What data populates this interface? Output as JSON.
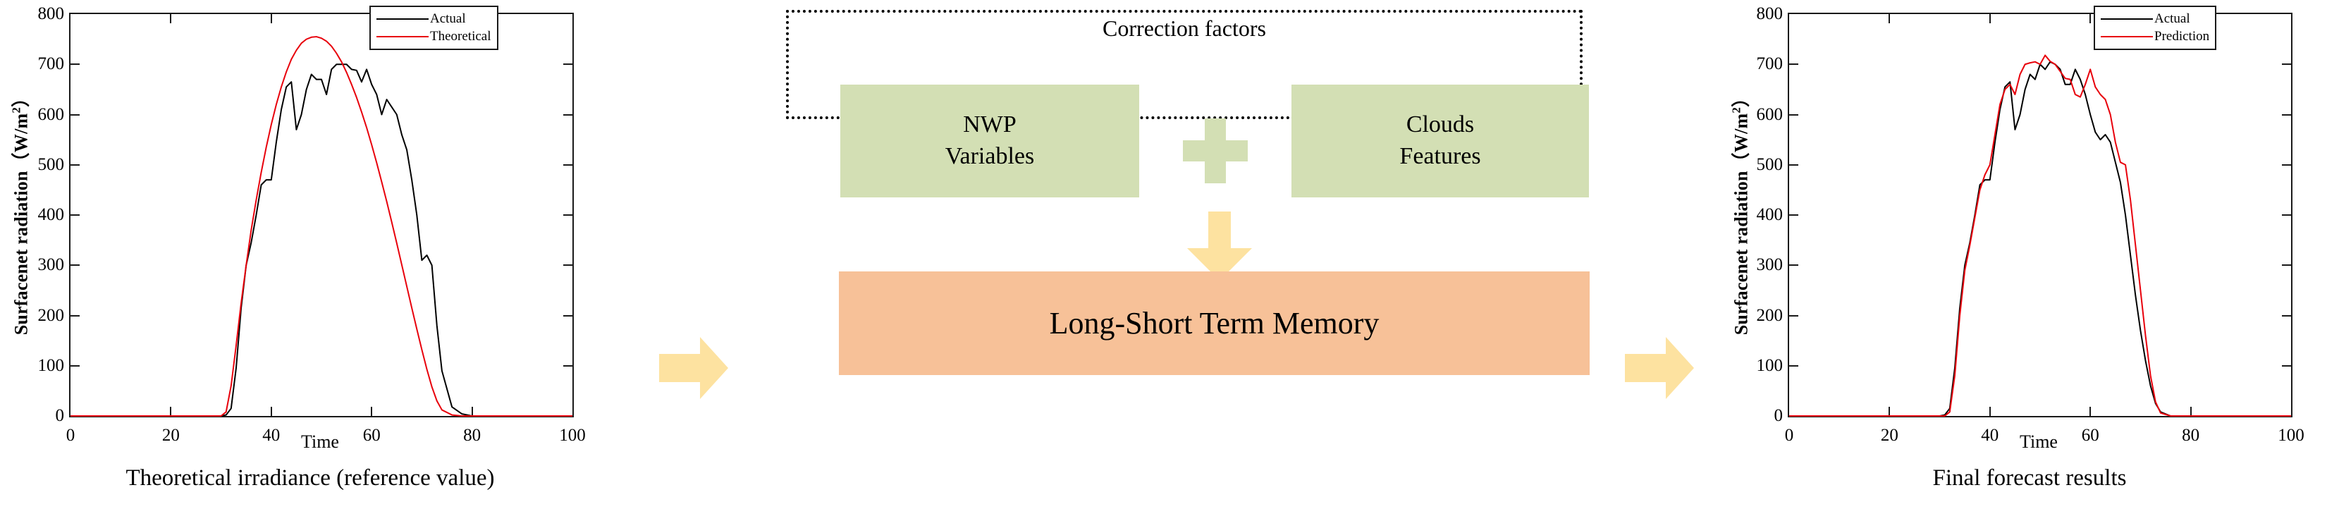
{
  "left_chart": {
    "ylabel_main": "Surfacenet radiation（W/m",
    "ylabel_sup": "2",
    "ylabel_close": "）",
    "xlabel": "Time",
    "caption": "Theoretical irradiance (reference value)",
    "yticks": [
      "0",
      "100",
      "200",
      "300",
      "400",
      "500",
      "600",
      "700",
      "800"
    ],
    "xticks": [
      "0",
      "20",
      "40",
      "60",
      "80",
      "100"
    ],
    "legend": [
      {
        "label": "Actual",
        "color": "#000000"
      },
      {
        "label": "Theoretical",
        "color": "#e8000b"
      }
    ]
  },
  "right_chart": {
    "ylabel_main": "Surfacenet radiation（W/m",
    "ylabel_sup": "2",
    "ylabel_close": "）",
    "xlabel": "Time",
    "caption": "Final forecast results",
    "yticks": [
      "0",
      "100",
      "200",
      "300",
      "400",
      "500",
      "600",
      "700",
      "800"
    ],
    "xticks": [
      "0",
      "20",
      "40",
      "60",
      "80",
      "100"
    ],
    "legend": [
      {
        "label": "Actual",
        "color": "#000000"
      },
      {
        "label": "Prediction",
        "color": "#e8000b"
      }
    ]
  },
  "center": {
    "correction_title": "Correction factors",
    "nwp_line1": "NWP",
    "nwp_line2": "Variables",
    "plus": "plus-sign",
    "clouds_line1": "Clouds",
    "clouds_line2": "Features",
    "lstm_label": "Long-Short Term Memory",
    "colors": {
      "green_box": "#d3dfb4",
      "orange_box": "#f7c198",
      "arrow_yellow": "#fde2a0",
      "actual_line": "#000000",
      "model_line": "#e8000b"
    }
  },
  "chart_data": [
    {
      "type": "line",
      "id": "theoretical-irradiance",
      "title": "Theoretical irradiance (reference value)",
      "xlabel": "Time",
      "ylabel": "Surfacenet radiation (W/m2)",
      "xlim": [
        0,
        100
      ],
      "ylim": [
        0,
        800
      ],
      "grid": false,
      "legend_position": "top-right",
      "x": [
        0,
        2,
        4,
        6,
        8,
        10,
        12,
        14,
        16,
        18,
        20,
        22,
        24,
        26,
        28,
        30,
        31,
        32,
        33,
        34,
        35,
        36,
        37,
        38,
        39,
        40,
        41,
        42,
        43,
        44,
        45,
        46,
        47,
        48,
        49,
        50,
        51,
        52,
        53,
        54,
        55,
        56,
        57,
        58,
        59,
        60,
        61,
        62,
        63,
        64,
        65,
        66,
        67,
        68,
        69,
        70,
        71,
        72,
        73,
        74,
        76,
        78,
        80,
        85,
        90,
        95,
        100
      ],
      "series": [
        {
          "name": "Actual",
          "color": "#000000",
          "values": [
            0,
            0,
            0,
            0,
            0,
            0,
            0,
            0,
            0,
            0,
            0,
            0,
            0,
            0,
            0,
            0,
            2,
            15,
            95,
            215,
            300,
            345,
            400,
            460,
            470,
            470,
            545,
            610,
            655,
            665,
            570,
            600,
            650,
            680,
            670,
            670,
            640,
            690,
            700,
            700,
            700,
            690,
            688,
            665,
            690,
            660,
            640,
            600,
            630,
            615,
            600,
            560,
            530,
            470,
            400,
            310,
            320,
            300,
            180,
            90,
            18,
            4,
            0,
            0,
            0,
            0,
            0
          ]
        },
        {
          "name": "Theoretical",
          "color": "#e8000b",
          "values": [
            0,
            0,
            0,
            0,
            0,
            0,
            0,
            0,
            0,
            0,
            0,
            0,
            0,
            0,
            0,
            0,
            8,
            60,
            140,
            225,
            300,
            370,
            430,
            485,
            535,
            580,
            620,
            655,
            685,
            710,
            728,
            742,
            750,
            754,
            755,
            752,
            746,
            736,
            722,
            705,
            684,
            660,
            634,
            605,
            574,
            540,
            504,
            466,
            427,
            386,
            344,
            301,
            258,
            215,
            173,
            132,
            93,
            58,
            30,
            12,
            2,
            0,
            0,
            0,
            0,
            0,
            0
          ]
        }
      ]
    },
    {
      "type": "line",
      "id": "final-forecast-results",
      "title": "Final forecast results",
      "xlabel": "Time",
      "ylabel": "Surfacenet radiation (W/m2)",
      "xlim": [
        0,
        100
      ],
      "ylim": [
        0,
        800
      ],
      "grid": false,
      "legend_position": "top-right",
      "x": [
        0,
        2,
        4,
        6,
        8,
        10,
        12,
        14,
        16,
        18,
        20,
        22,
        24,
        26,
        28,
        30,
        31,
        32,
        33,
        34,
        35,
        36,
        37,
        38,
        39,
        40,
        41,
        42,
        43,
        44,
        45,
        46,
        47,
        48,
        49,
        50,
        51,
        52,
        53,
        54,
        55,
        56,
        57,
        58,
        59,
        60,
        61,
        62,
        63,
        64,
        65,
        66,
        67,
        68,
        69,
        70,
        71,
        72,
        73,
        74,
        76,
        78,
        80,
        85,
        90,
        95,
        100
      ],
      "series": [
        {
          "name": "Actual",
          "color": "#000000",
          "values": [
            0,
            0,
            0,
            0,
            0,
            0,
            0,
            0,
            0,
            0,
            0,
            0,
            0,
            0,
            0,
            0,
            2,
            15,
            95,
            215,
            300,
            345,
            400,
            460,
            470,
            470,
            545,
            610,
            655,
            665,
            570,
            600,
            650,
            680,
            670,
            700,
            690,
            705,
            700,
            690,
            660,
            660,
            690,
            670,
            640,
            600,
            565,
            550,
            560,
            545,
            505,
            465,
            400,
            320,
            240,
            170,
            110,
            60,
            25,
            8,
            0,
            0,
            0,
            0,
            0,
            0,
            0
          ]
        },
        {
          "name": "Prediction",
          "color": "#e8000b",
          "values": [
            0,
            0,
            0,
            0,
            0,
            0,
            0,
            0,
            0,
            0,
            0,
            0,
            0,
            0,
            0,
            0,
            0,
            8,
            80,
            200,
            290,
            340,
            395,
            450,
            480,
            500,
            560,
            620,
            650,
            660,
            640,
            680,
            700,
            703,
            705,
            700,
            718,
            706,
            700,
            686,
            672,
            670,
            640,
            635,
            660,
            690,
            655,
            640,
            630,
            600,
            545,
            505,
            500,
            430,
            340,
            250,
            160,
            80,
            28,
            6,
            0,
            0,
            0,
            0,
            0,
            0,
            0
          ]
        }
      ]
    }
  ]
}
